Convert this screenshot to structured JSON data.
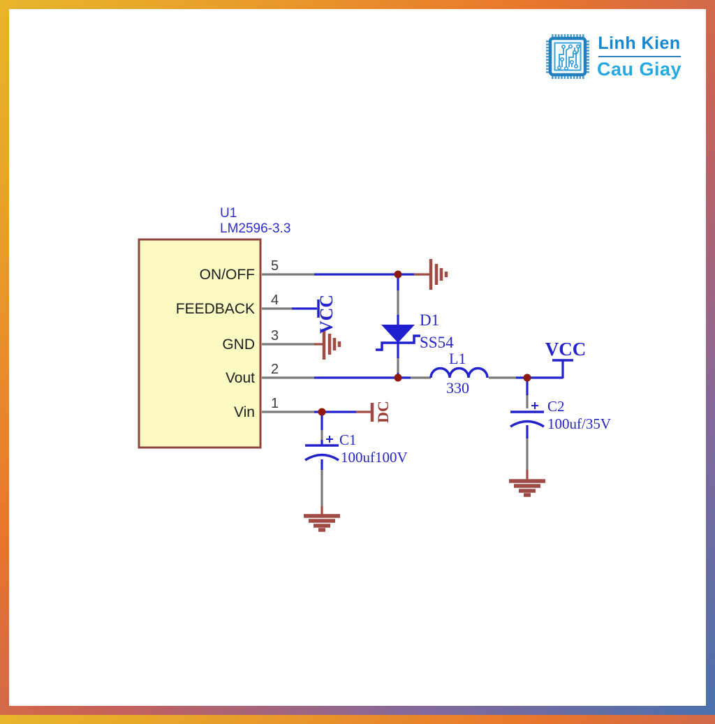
{
  "frame": {
    "border_colors": [
      "#E7B52B",
      "#E8752C",
      "#C4615C",
      "#86689A",
      "#4A71AE"
    ]
  },
  "logo": {
    "line1": "Linh Kien",
    "line2": "Cau Giay",
    "icon": "chip-icon",
    "text_color_1": "#1787CE",
    "text_color_2": "#25A9E2"
  },
  "schematic": {
    "ic": {
      "refdes": "U1",
      "part": "LM2596-3.3",
      "pins": [
        {
          "num": "5",
          "label": "ON/OFF"
        },
        {
          "num": "4",
          "label": "FEEDBACK"
        },
        {
          "num": "3",
          "label": "GND"
        },
        {
          "num": "2",
          "label": "Vout"
        },
        {
          "num": "1",
          "label": "Vin"
        }
      ]
    },
    "diode": {
      "ref": "D1",
      "value": "SS54"
    },
    "inductor": {
      "ref": "L1",
      "value": "330"
    },
    "cap1": {
      "ref": "C1",
      "value": "100uf100V"
    },
    "cap2": {
      "ref": "C2",
      "value": "100uf/35V"
    },
    "power": {
      "vcc_out": "VCC",
      "vcc_feedback": "VCC",
      "dc_port": "DC"
    },
    "colors": {
      "wire": "#7A7A7A",
      "symbol_blue": "#2222CC",
      "ground_red": "#A04A44",
      "junction": "#8C1A12",
      "ic_fill": "#FCFAC3",
      "ic_border": "#8E4540",
      "blue_text": "#2424C8"
    }
  }
}
